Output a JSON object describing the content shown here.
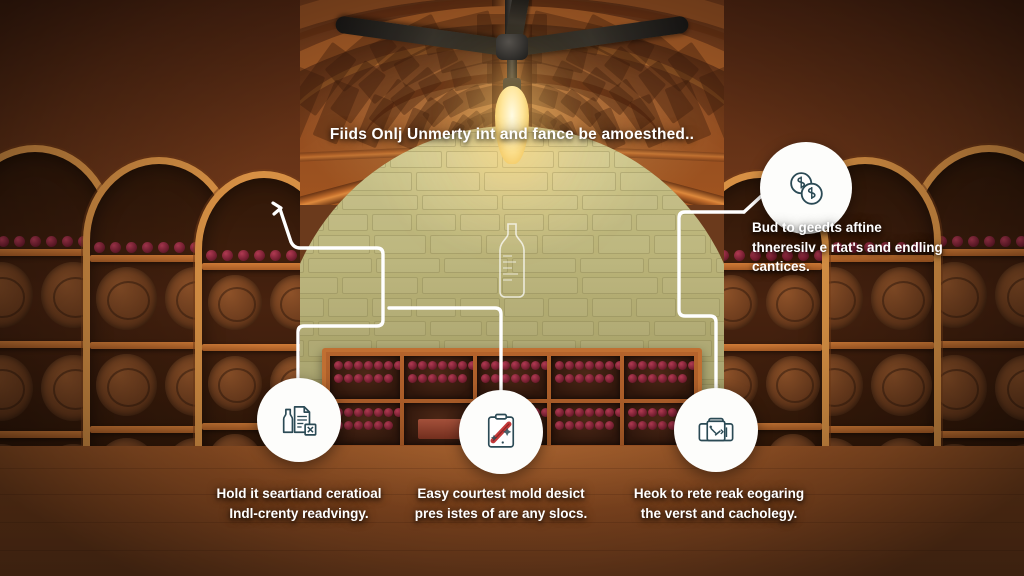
{
  "scene": {
    "title": "Wine Cellar Infographic",
    "setting": "vaulted-wine-cellar",
    "colors": {
      "ceiling_wood": "#8d4a22",
      "arch_trim": "#d79044",
      "back_wall_stone": "#b9b277",
      "floor_wood": "#8d4c22",
      "node_fill": "#fdfdfb",
      "icon_stroke": "#2b4a55",
      "connector_line": "#ffffff",
      "text": "#ffffff",
      "bulb_glow": "#ffe69a",
      "bottle_red": "#6d1b2c"
    }
  },
  "headline": {
    "text": "Fiids Onlj Unmerty int and fance be amoesthed.."
  },
  "wall_icon": {
    "name": "wine-bottle-outline"
  },
  "nodes": [
    {
      "id": "node-top-right",
      "icon": "two-coins-icon",
      "position": "top-right",
      "callout": "Bud to geedts aftine thneresilv e rtat's and endling cantices."
    },
    {
      "id": "node-bottom-left",
      "icon": "bottle-checklist-icon",
      "position": "bottom-left",
      "callout": "Hold it seartiand ceratioal Indl-crenty readvingy."
    },
    {
      "id": "node-bottom-center",
      "icon": "clipboard-thermometer-icon",
      "position": "bottom-center",
      "callout": "Easy courtest mold desict pres istes of are any slocs."
    },
    {
      "id": "node-bottom-right",
      "icon": "toolbox-icon",
      "position": "bottom-right",
      "callout": "Heok to rete reak eogaring the verst and cacholegy."
    }
  ]
}
